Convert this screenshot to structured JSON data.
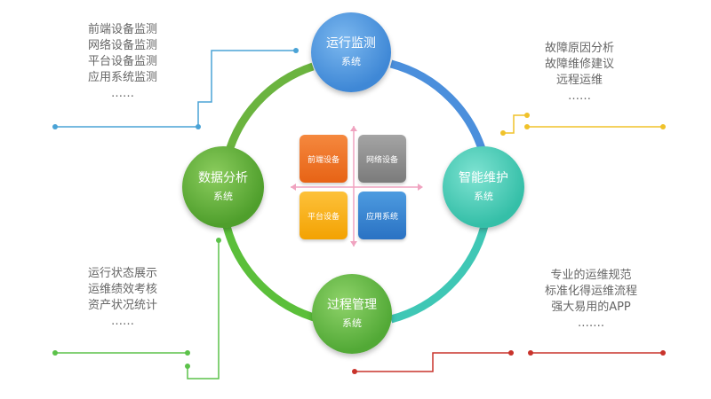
{
  "nodes": {
    "top": {
      "title": "运行监测",
      "sub": "系统"
    },
    "left": {
      "title": "数据分析",
      "sub": "系统"
    },
    "right": {
      "title": "智能维护",
      "sub": "系统"
    },
    "bottom": {
      "title": "过程管理",
      "sub": "系统"
    }
  },
  "center_tiles": [
    "前端设备",
    "网络设备",
    "平台设备",
    "应用系统"
  ],
  "top_left_text": [
    "前端设备监测",
    "网络设备监测",
    "平台设备监测",
    "应用系统监测",
    "……"
  ],
  "top_right_text": [
    "故障原因分析",
    "故障维修建议",
    "远程运维",
    "……"
  ],
  "bottom_left_text": [
    "运行状态展示",
    "运维绩效考核",
    "资产状况统计",
    "……"
  ],
  "bottom_right_text": [
    "专业的运维规范",
    "标准化得运维流程",
    "强大易用的APP",
    "……."
  ],
  "colors": {
    "top_left_line": "#4aa3d6",
    "top_right_line": "#f0c22a",
    "bottom_left_line": "#5cc24a",
    "bottom_right_line": "#c8332b",
    "ring_blue": "#4b8fdc",
    "ring_green": "#5bb33a",
    "ring_teal": "#3fc7b5"
  }
}
